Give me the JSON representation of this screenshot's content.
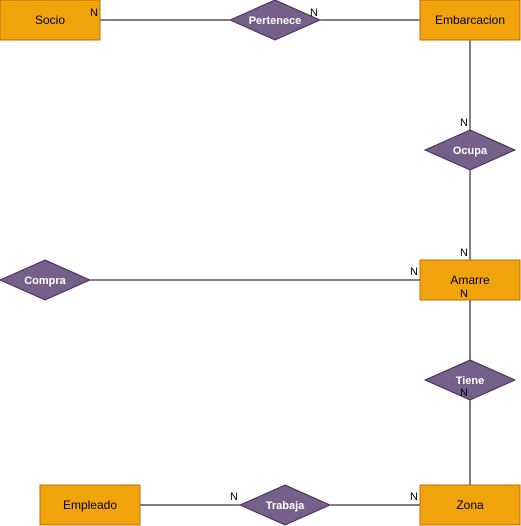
{
  "colors": {
    "entity_fill": "#f0a30a",
    "entity_stroke": "#bd7000",
    "relationship_fill": "#76608a",
    "relationship_stroke": "#432d57",
    "relationship_text": "#ffffff",
    "line": "#000000"
  },
  "entities": [
    {
      "id": "socio",
      "label": "Socio"
    },
    {
      "id": "embarcacion",
      "label": "Embarcacion"
    },
    {
      "id": "amarre",
      "label": "Amarre"
    },
    {
      "id": "zona",
      "label": "Zona"
    },
    {
      "id": "empleado",
      "label": "Empleado"
    }
  ],
  "relationships": [
    {
      "id": "pertenece",
      "label": "Pertenece"
    },
    {
      "id": "ocupa",
      "label": "Ocupa"
    },
    {
      "id": "compra",
      "label": "Compra"
    },
    {
      "id": "tiene",
      "label": "Tiene"
    },
    {
      "id": "trabaja",
      "label": "Trabaja"
    }
  ],
  "cardinalities": {
    "socio_pertenece": "N",
    "pertenece_embarcacion": "N",
    "embarcacion_ocupa": "N",
    "ocupa_amarre": "N",
    "compra_amarre": "N",
    "amarre_tiene": "N",
    "tiene_zona": "N",
    "empleado_trabaja": "N",
    "trabaja_zona": "N"
  }
}
